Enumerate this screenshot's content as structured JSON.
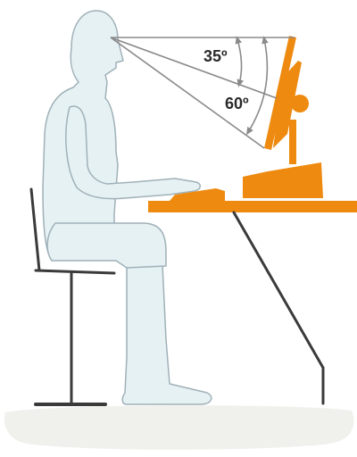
{
  "labels": {
    "angle_upper": "35º",
    "angle_lower": "60º"
  },
  "colors": {
    "accent": "#ee8a10",
    "accent_dark": "#b56400",
    "body_fill": "#e6f1f4",
    "body_stroke": "#9fb1b8",
    "floor": "#f0f0ec",
    "line": "#3a3a3a",
    "sightline": "#8a8a8a",
    "text": "#2b2b2b"
  },
  "icons": {
    "person": "seated-person-silhouette",
    "monitor": "monitor",
    "chair": "stool-chair",
    "desk": "desk",
    "keyboard": "keyboard"
  }
}
